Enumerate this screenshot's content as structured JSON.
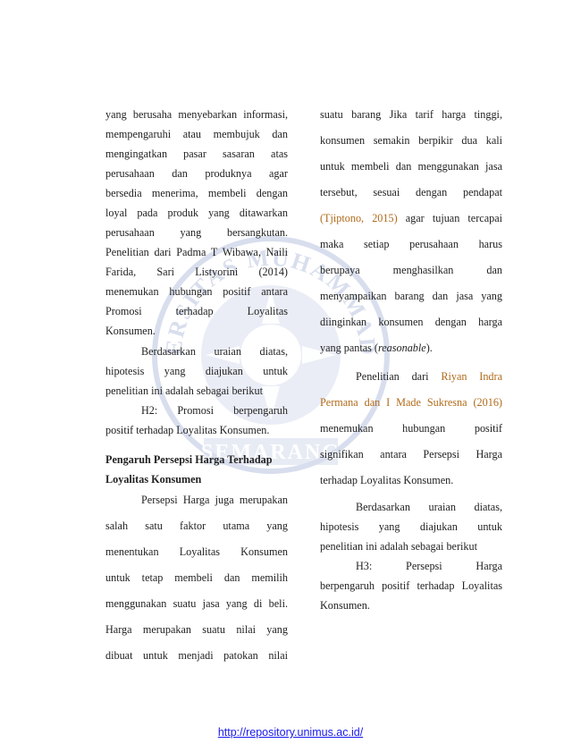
{
  "left_column": {
    "lines": [
      "yang berusaha menyebarkan informasi,",
      "mempengaruhi atau membujuk dan",
      "mengingatkan pasar sasaran atas",
      "perusahaan dan produknya agar",
      "bersedia menerima, membeli dengan",
      "loyal pada produk yang ditawarkan",
      "perusahaan yang bersangkutan.",
      "Penelitian dari Padma T Wibawa, Naili",
      "Farida, Sari Listyorini (2014)",
      "menemukan hubungan positif antara",
      "Promosi terhadap Loyalitas",
      "Konsumen.",
      "Berdasarkan uraian diatas,",
      "hipotesis yang diajukan untuk",
      "penelitian ini adalah sebagai berikut",
      "H2: Promosi berpengaruh",
      "positif terhadap Loyalitas Konsumen."
    ],
    "heading_lines": [
      "Pengaruh Persepsi Harga Terhadap",
      "Loyalitas Konsumen"
    ],
    "body2_lines": [
      "Persepsi Harga juga merupakan",
      "salah satu faktor utama yang",
      "menentukan Loyalitas Konsumen",
      "untuk tetap membeli dan memilih",
      "menggunakan suatu jasa yang di beli.",
      "Harga merupakan suatu nilai yang",
      "dibuat untuk menjadi patokan nilai"
    ]
  },
  "right_column": {
    "p1": {
      "line1": "suatu barang Jika tarif harga tinggi,",
      "line2": "konsumen semakin berpikir dua kali",
      "line3": "untuk membeli dan menggunakan jasa",
      "line4": "tersebut, sesuai dengan pendapat",
      "line5_cite": "(Tjiptono, 2015)",
      "line5_rest": " agar tujuan tercapai",
      "line6": "maka setiap perusahaan harus",
      "line7": "berupaya menghasilkan dan",
      "line8": "menyampaikan barang dan jasa yang",
      "line9": "diinginkan konsumen dengan harga",
      "line10_pre": "yang pantas (",
      "line10_it": "reasonable",
      "line10_post": ")."
    },
    "p2": {
      "line1_pre": "Penelitian dari ",
      "line1_cite": "Riyan Indra",
      "line2_cite": "Permana dan I Made Sukresna (2016)",
      "line3": "menemukan hubungan positif",
      "line4": "signifikan antara Persepsi Harga",
      "line5": "terhadap Loyalitas Konsumen."
    },
    "p3_lines": [
      "Berdasarkan uraian diatas,",
      "hipotesis yang diajukan untuk",
      "penelitian ini adalah sebagai berikut",
      "H3: Persepsi Harga",
      "berpengaruh positif terhadap Loyalitas",
      "Konsumen."
    ]
  },
  "watermark": {
    "top_text": "UNIVERSITAS MUHAMMADIYAH",
    "bottom_text": "SEMARANG",
    "color": "#2b4fa0"
  },
  "footer": {
    "url": "http://repository.unimus.ac.id/"
  }
}
